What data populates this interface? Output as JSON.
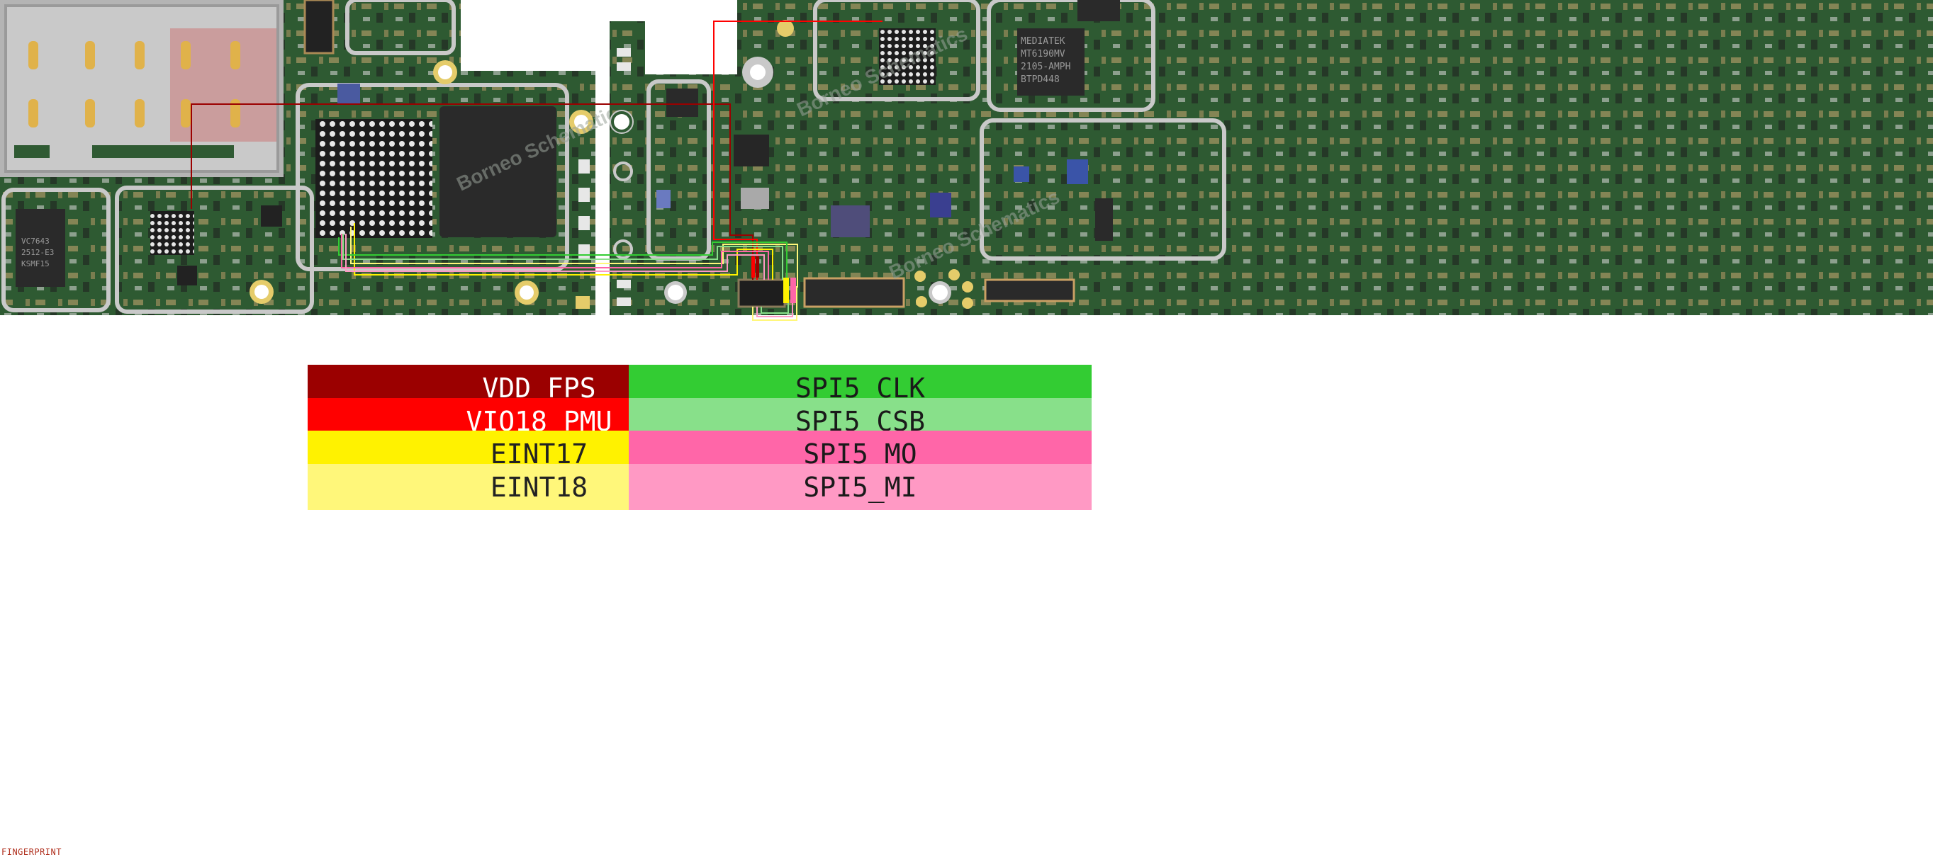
{
  "legend": {
    "left": [
      {
        "label": "VDD_FPS",
        "color": "#9b0000",
        "text_color": "#ffffff"
      },
      {
        "label": "VIO18_PMU",
        "color": "#ff0000",
        "text_color": "#ffffff"
      },
      {
        "label": "EINT17",
        "color": "#fff200",
        "text_color": "#222222"
      },
      {
        "label": "EINT18",
        "color": "#fff77a",
        "text_color": "#222222"
      }
    ],
    "right": [
      {
        "label": "SPI5_CLK",
        "color": "#33cc33",
        "text_color": "#1a1a1a"
      },
      {
        "label": "SPI5_CSB",
        "color": "#88e08a",
        "text_color": "#1a1a1a"
      },
      {
        "label": "SPI5_MO",
        "color": "#ff66a8",
        "text_color": "#1a1a1a"
      },
      {
        "label": "SPI5_MI",
        "color": "#ff99c4",
        "text_color": "#1a1a1a"
      }
    ]
  },
  "board": {
    "watermark": "Borneo Schematics",
    "chip_markings": [
      "MEDIATEK",
      "MT6190MV",
      "2105-AMPH",
      "BTPD448"
    ],
    "left_chip_markings": [
      "VC7643",
      "2512-E3",
      "KSMF15"
    ]
  },
  "footer": {
    "text": "FINGERPRINT"
  },
  "colors": {
    "pcb": "#2f5a33",
    "pcb_dark": "#1f3d22",
    "silver": "#c9c9c9",
    "gold": "#d8b86a"
  }
}
